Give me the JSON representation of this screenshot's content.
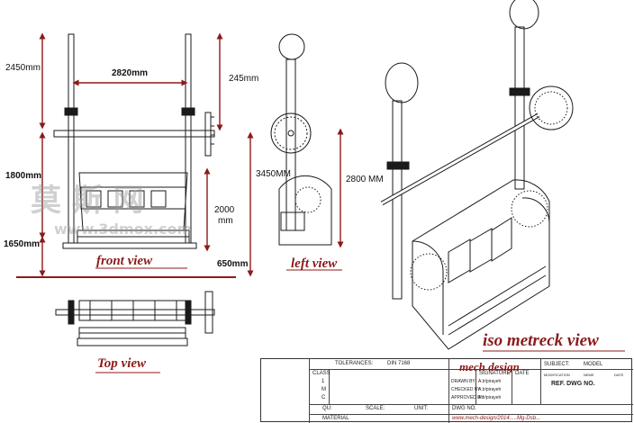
{
  "dimensions": {
    "front_height_total": "2450mm",
    "front_width": "2820mm",
    "front_top_offset": "245mm",
    "front_axle_height": "1800mm",
    "front_hopper_height": "2000",
    "front_hopper_height_unit": "mm",
    "front_base_height": "1650mm",
    "front_ground_clear": "650mm",
    "left_total_height": "3450MM",
    "left_wheel_height": "2800  MM"
  },
  "views": {
    "front": "front view",
    "left": "left view",
    "top": "Top view",
    "iso": "iso metreck view"
  },
  "watermark": {
    "cjk": "莫 斯 网",
    "url": "www.3dmox.com"
  },
  "title_block": {
    "tolerances_label": "TOLERANCES:",
    "tolerances_value": "DIN 7168",
    "brand": "mech design",
    "subject_label": "SUBJECT:",
    "subject_value": "MODEL",
    "class_label": "CLASS",
    "signature_label": "SIGNATURE",
    "date_label": "DATE",
    "modification_label": "MODIFICATION",
    "name_label": "NEME",
    "date2_label": "DATE",
    "drawn_by_label": "DRAWN BY",
    "drawn_by_value": "A.b!pirayeh",
    "checked_by_label": "CHECKED BY",
    "checked_by_value": "A.b!pirayeh",
    "approved_by_label": "APPROVED BY",
    "approved_by_value": "A.b!pirayeh",
    "row_1": "1",
    "row_m": "M",
    "row_c": "C",
    "dwg_label": "DWG NO.",
    "ref_dwg": "REF. DWG NO.",
    "qu_label": "QU:",
    "scale_label": "SCALE:",
    "unit_label": "UNIT:",
    "material_label": "MATERIAL",
    "site": "www.mech-design/2014.....Mg-Dsb..."
  },
  "colors": {
    "line": "#1a1a1a",
    "accent": "#8b1a1a",
    "logo_green": "#3d8b2f"
  }
}
